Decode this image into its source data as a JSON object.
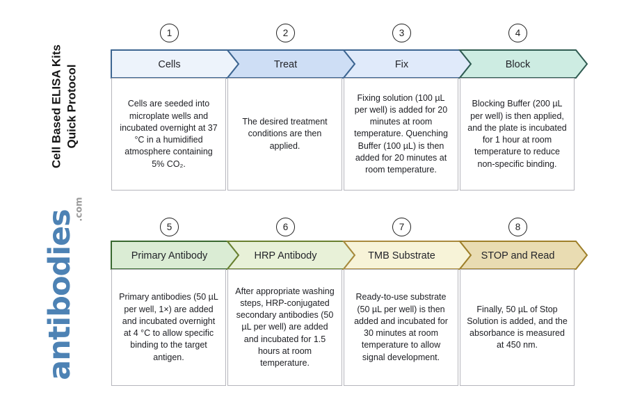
{
  "sidebar": {
    "title_line1": "Cell Based ELISA Kits",
    "title_line2": "Quick Protocol",
    "logo_text": "antibodies",
    "logo_suffix": ".com",
    "logo_color": "#4d82b4",
    "suffix_color": "#9b9b9b"
  },
  "steps": [
    {
      "number": "1",
      "label": "Cells",
      "fill": "#edf3fb",
      "border": "#3d6591",
      "description": "Cells are seeded into microplate wells and incubated overnight at 37 °C in a humidified atmosphere containing 5% CO₂."
    },
    {
      "number": "2",
      "label": "Treat",
      "fill": "#cedef5",
      "border": "#3d6591",
      "description": "The desired treatment conditions are then applied."
    },
    {
      "number": "3",
      "label": "Fix",
      "fill": "#e0eafa",
      "border": "#3d6591",
      "description": "Fixing solution (100 µL per well) is added for 20 minutes at room temperature. Quenching Buffer (100 µL) is then added for 20 minutes at room temperature."
    },
    {
      "number": "4",
      "label": "Block",
      "fill": "#cdece2",
      "border": "#2f5b51",
      "description": "Blocking Buffer (200 µL per well) is then applied, and the plate is incubated for 1 hour at room temperature to reduce non-specific binding."
    },
    {
      "number": "5",
      "label": "Primary Antibody",
      "fill": "#daecd4",
      "border": "#38682f",
      "description": "Primary antibodies (50 µL per well, 1×) are added and incubated overnight at 4 °C to allow specific binding to the target antigen."
    },
    {
      "number": "6",
      "label": "HRP Antibody",
      "fill": "#e8f1d8",
      "border": "#69802f",
      "description": "After appropriate washing steps, HRP-conjugated secondary antibodies (50 µL per well) are added and incubated for 1.5 hours at room temperature."
    },
    {
      "number": "7",
      "label": "TMB Substrate",
      "fill": "#f7f3d8",
      "border": "#a8893c",
      "description": "Ready-to-use substrate (50 µL per well) is then added and incubated for 30 minutes at room temperature to allow signal development."
    },
    {
      "number": "8",
      "label": "STOP and Read",
      "fill": "#e9dcb2",
      "border": "#9e7f2a",
      "description": "Finally, 50 µL of Stop Solution is added, and the absorbance is measured at 450 nm."
    }
  ]
}
